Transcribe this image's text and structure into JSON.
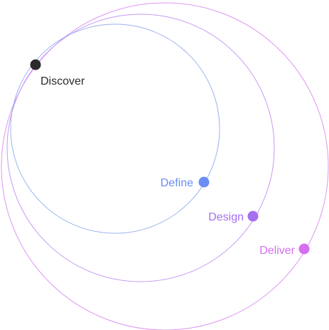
{
  "stages": [
    {
      "id": "discover",
      "label": "Discover",
      "color": "#2b2b2b",
      "ring_color": ""
    },
    {
      "id": "define",
      "label": "Define",
      "color": "#6b8ef4",
      "ring_color": "#9bb2ef"
    },
    {
      "id": "design",
      "label": "Design",
      "color": "#a66ef0",
      "ring_color": "#c59af3"
    },
    {
      "id": "deliver",
      "label": "Deliver",
      "color": "#d56ef1",
      "ring_color": "#de95f2"
    }
  ]
}
